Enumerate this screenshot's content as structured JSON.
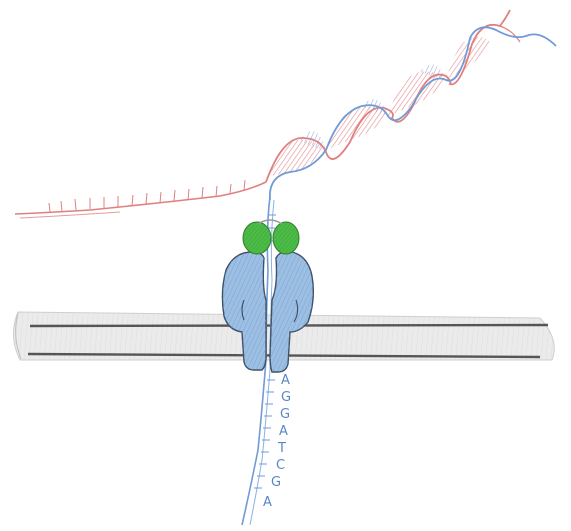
{
  "colors": {
    "background": "#ffffff",
    "dna_template_strand": "#6f9bd8",
    "dna_complement_strand": "#e07f7f",
    "membrane_fill": "#e9e9e9",
    "membrane_line": "#555555",
    "pore_protein": "#7fa9d4",
    "motor_protein": "#4dbb47",
    "base_letter": "#5a86c6"
  },
  "icons": {
    "dna_helix": "dna-double-helix-icon",
    "pore": "nanopore-protein-icon",
    "motor": "motor-enzyme-icon",
    "membrane": "membrane-icon"
  },
  "bases": [
    "A",
    "G",
    "G",
    "A",
    "T",
    "C",
    "G",
    "A"
  ]
}
